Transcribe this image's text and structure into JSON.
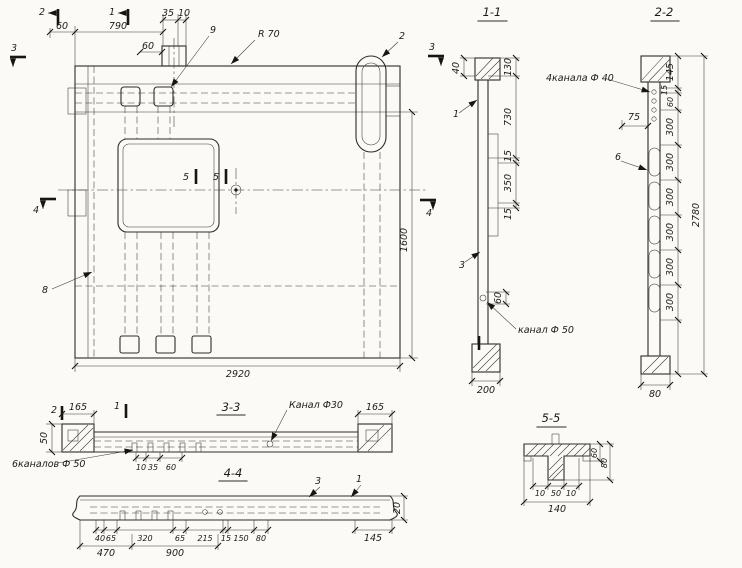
{
  "main": {
    "cut1": "1",
    "cut2": "2",
    "cut3": "3",
    "cut4": "4",
    "cut5": "5",
    "callout2": "2",
    "callout8": "8",
    "callout9": "9",
    "radius_label": "R 70",
    "dim_60_left": "60",
    "dim_790": "790",
    "dim_35": "35",
    "dim_10": "10",
    "dim_60_block": "60",
    "dim_width": "2920",
    "dim_height": "1600"
  },
  "s11": {
    "title": "1-1",
    "callout1": "1",
    "callout3": "3",
    "channel_label": "канал Ф 50",
    "dim_40": "40",
    "right_dims": [
      "130",
      "730",
      "15",
      "350",
      "15"
    ],
    "dim_60": "60",
    "dim_200": "200"
  },
  "s22": {
    "title": "2-2",
    "channels_label": "4канала Ф 40",
    "callout6": "6",
    "dim_75": "75",
    "right_dims": [
      "145",
      "15",
      "60",
      "300",
      "300",
      "300",
      "300",
      "300",
      "300"
    ],
    "dim_total": "2780",
    "dim_80": "80"
  },
  "s33": {
    "title": "3-3",
    "cut1": "1",
    "cut2": "2",
    "channel_label": "Канал Ф30",
    "channels_label": "6каналов Ф 50",
    "dim_165_left": "165",
    "dim_165_right": "165",
    "dim_50": "50",
    "dim_10": "10",
    "dim_35": "35",
    "dim_60": "60"
  },
  "s44": {
    "title": "4-4",
    "callout1": "1",
    "callout3": "3",
    "bottom_dims": [
      "40",
      "65",
      "320",
      "65",
      "215",
      "15",
      "150",
      "80"
    ],
    "dim_470": "470",
    "dim_900": "900",
    "dim_145": "145",
    "dim_20": "20"
  },
  "s55": {
    "title": "5-5",
    "dims": [
      "10",
      "50",
      "10"
    ],
    "dim_140": "140",
    "dim_60": "60",
    "dim_80": "80"
  }
}
